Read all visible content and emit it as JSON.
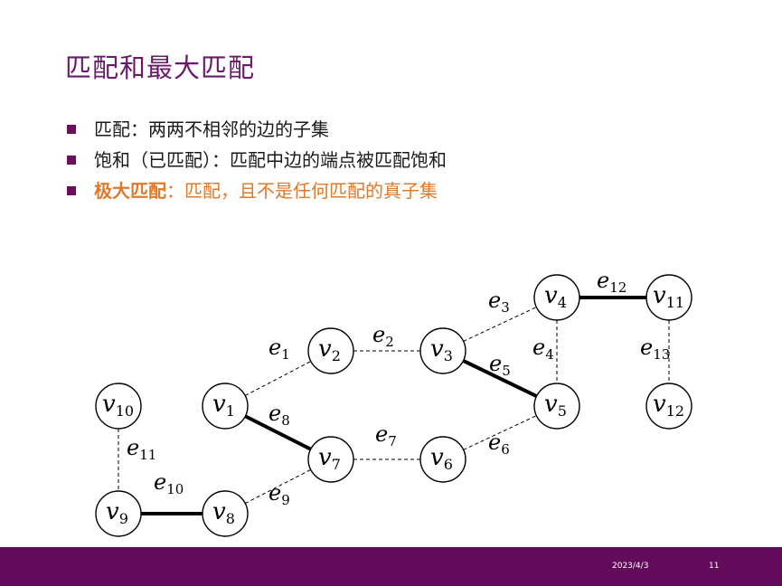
{
  "slide": {
    "title": "匹配和最大匹配",
    "bullets": [
      {
        "text": "匹配：两两不相邻的边的子集"
      },
      {
        "text": "饱和（已匹配）：匹配中边的端点被匹配饱和"
      },
      {
        "strong": "极大匹配",
        "text": "：匹配，且不是任何匹配的真子集"
      }
    ]
  },
  "graph": {
    "nodes": [
      {
        "id": "v1",
        "label": "v",
        "sub": "1"
      },
      {
        "id": "v2",
        "label": "v",
        "sub": "2"
      },
      {
        "id": "v3",
        "label": "v",
        "sub": "3"
      },
      {
        "id": "v4",
        "label": "v",
        "sub": "4"
      },
      {
        "id": "v5",
        "label": "v",
        "sub": "5"
      },
      {
        "id": "v6",
        "label": "v",
        "sub": "6"
      },
      {
        "id": "v7",
        "label": "v",
        "sub": "7"
      },
      {
        "id": "v8",
        "label": "v",
        "sub": "8"
      },
      {
        "id": "v9",
        "label": "v",
        "sub": "9"
      },
      {
        "id": "v10",
        "label": "v",
        "sub": "10"
      },
      {
        "id": "v11",
        "label": "v",
        "sub": "11"
      },
      {
        "id": "v12",
        "label": "v",
        "sub": "12"
      }
    ],
    "edges": [
      {
        "id": "e1",
        "label": "e",
        "sub": "1",
        "from": "v1",
        "to": "v2",
        "matched": false
      },
      {
        "id": "e2",
        "label": "e",
        "sub": "2",
        "from": "v2",
        "to": "v3",
        "matched": false
      },
      {
        "id": "e3",
        "label": "e",
        "sub": "3",
        "from": "v3",
        "to": "v4",
        "matched": false
      },
      {
        "id": "e4",
        "label": "e",
        "sub": "4",
        "from": "v4",
        "to": "v5",
        "matched": false
      },
      {
        "id": "e5",
        "label": "e",
        "sub": "5",
        "from": "v3",
        "to": "v5",
        "matched": true
      },
      {
        "id": "e6",
        "label": "e",
        "sub": "6",
        "from": "v6",
        "to": "v5",
        "matched": false
      },
      {
        "id": "e7",
        "label": "e",
        "sub": "7",
        "from": "v7",
        "to": "v6",
        "matched": false
      },
      {
        "id": "e8",
        "label": "e",
        "sub": "8",
        "from": "v1",
        "to": "v7",
        "matched": true
      },
      {
        "id": "e9",
        "label": "e",
        "sub": "9",
        "from": "v8",
        "to": "v7",
        "matched": false
      },
      {
        "id": "e10",
        "label": "e",
        "sub": "10",
        "from": "v9",
        "to": "v8",
        "matched": true
      },
      {
        "id": "e11",
        "label": "e",
        "sub": "11",
        "from": "v10",
        "to": "v9",
        "matched": false
      },
      {
        "id": "e12",
        "label": "e",
        "sub": "12",
        "from": "v4",
        "to": "v11",
        "matched": true
      },
      {
        "id": "e13",
        "label": "e",
        "sub": "13",
        "from": "v11",
        "to": "v12",
        "matched": false
      }
    ]
  },
  "footer": {
    "date": "2023/4/3",
    "page": "11",
    "color": "#620b5b"
  },
  "colors": {
    "title": "#6b1a6b",
    "highlight": "#e07a2a"
  }
}
